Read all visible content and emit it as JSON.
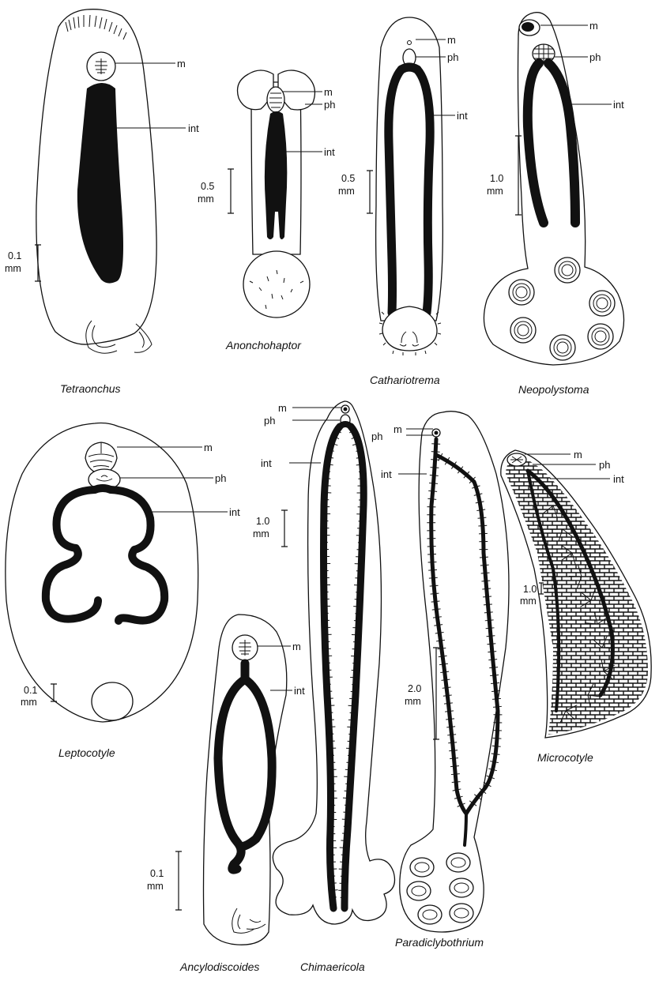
{
  "structure_labels": {
    "mouth": "m",
    "pharynx": "ph",
    "intestine": "int"
  },
  "specimens": [
    {
      "id": "tetraonchus",
      "name": "Tetraonchus",
      "scale": [
        "0.1",
        "mm"
      ]
    },
    {
      "id": "anonchohaptor",
      "name": "Anonchohaptor",
      "scale": [
        "0.5",
        "mm"
      ]
    },
    {
      "id": "cathariotrema",
      "name": "Cathariotrema",
      "scale": [
        "0.5",
        "mm"
      ]
    },
    {
      "id": "neopolystoma",
      "name": "Neopolystoma",
      "scale": [
        "1.0",
        "mm"
      ]
    },
    {
      "id": "leptocotyle",
      "name": "Leptocotyle",
      "scale": [
        "0.1",
        "mm"
      ]
    },
    {
      "id": "chimaericola",
      "name": "Chimaericola",
      "scale": [
        "1.0",
        "mm"
      ]
    },
    {
      "id": "paradiclybothrium",
      "name": "Paradiclybothrium",
      "scale": [
        "2.0",
        "mm"
      ]
    },
    {
      "id": "microcotyle",
      "name": "Microcotyle",
      "scale": [
        "1.0",
        "mm"
      ]
    },
    {
      "id": "ancylodiscoides",
      "name": "Ancylodiscoides",
      "scale": [
        "0.1",
        "mm"
      ]
    }
  ]
}
